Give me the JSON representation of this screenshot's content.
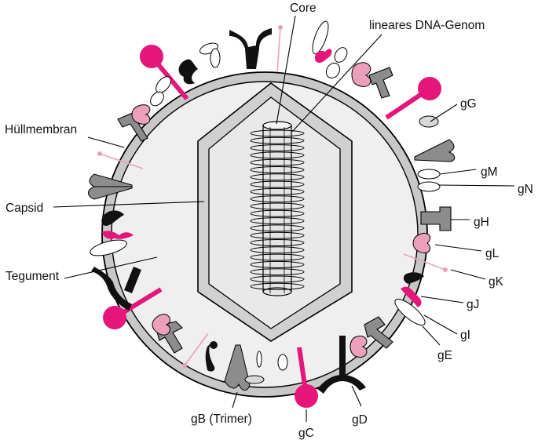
{
  "labels": {
    "core": "Core",
    "genome": "lineares DNA-Genom",
    "envelope": "Hüllmembran",
    "capsid": "Capsid",
    "tegument": "Tegument",
    "gB": "gB (Trimer)",
    "gC": "gC",
    "gD": "gD",
    "gE": "gE",
    "gI": "gI",
    "gJ": "gJ",
    "gK": "gK",
    "gL": "gL",
    "gH": "gH",
    "gN": "gN",
    "gM": "gM",
    "gG": "gG"
  },
  "colors": {
    "magenta": "#e5157a",
    "pink": "#eaa0bb",
    "grey": "#8c8c8c",
    "light_grey": "#d8d8d8",
    "particle": "#efefef",
    "black": "#111111"
  }
}
